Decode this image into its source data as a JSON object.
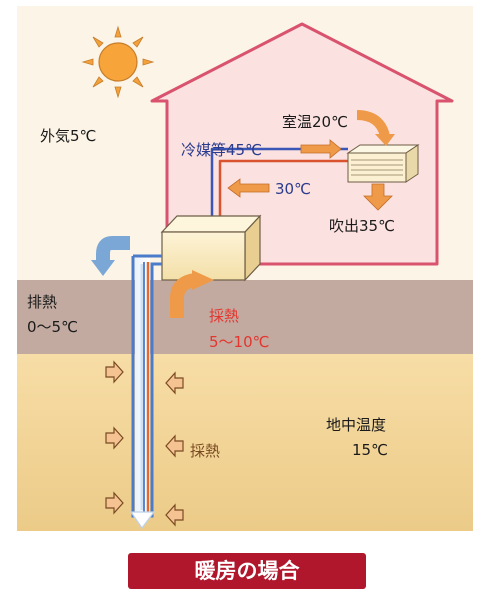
{
  "labels": {
    "outside_air": "外気5℃",
    "room_temp": "室温20℃",
    "refrigerant": "冷媒等45℃",
    "return_temp": "30℃",
    "outlet": "吹出35℃",
    "exhaust_heat_title": "排熱",
    "exhaust_heat_range": "0～5℃",
    "heat_collection_title": "採熱",
    "heat_collection_range": "5～10℃",
    "underground_title": "地中温度",
    "underground_temp": "15℃",
    "heat_collection_small": "採熱"
  },
  "caption": "暖房の場合",
  "colors": {
    "sky": "#fbf4e7",
    "house": "#fbe1df",
    "house_outline": "#d9536e",
    "ground_surface": "#c2aaa0",
    "soil": "#f7dca3",
    "orange_arrow": "#ee9a48",
    "blue_arrow": "#6c9ed2",
    "text_red": "#e4352f",
    "text_navy": "#2b3c8e",
    "caption_bg": "#b0162c"
  }
}
